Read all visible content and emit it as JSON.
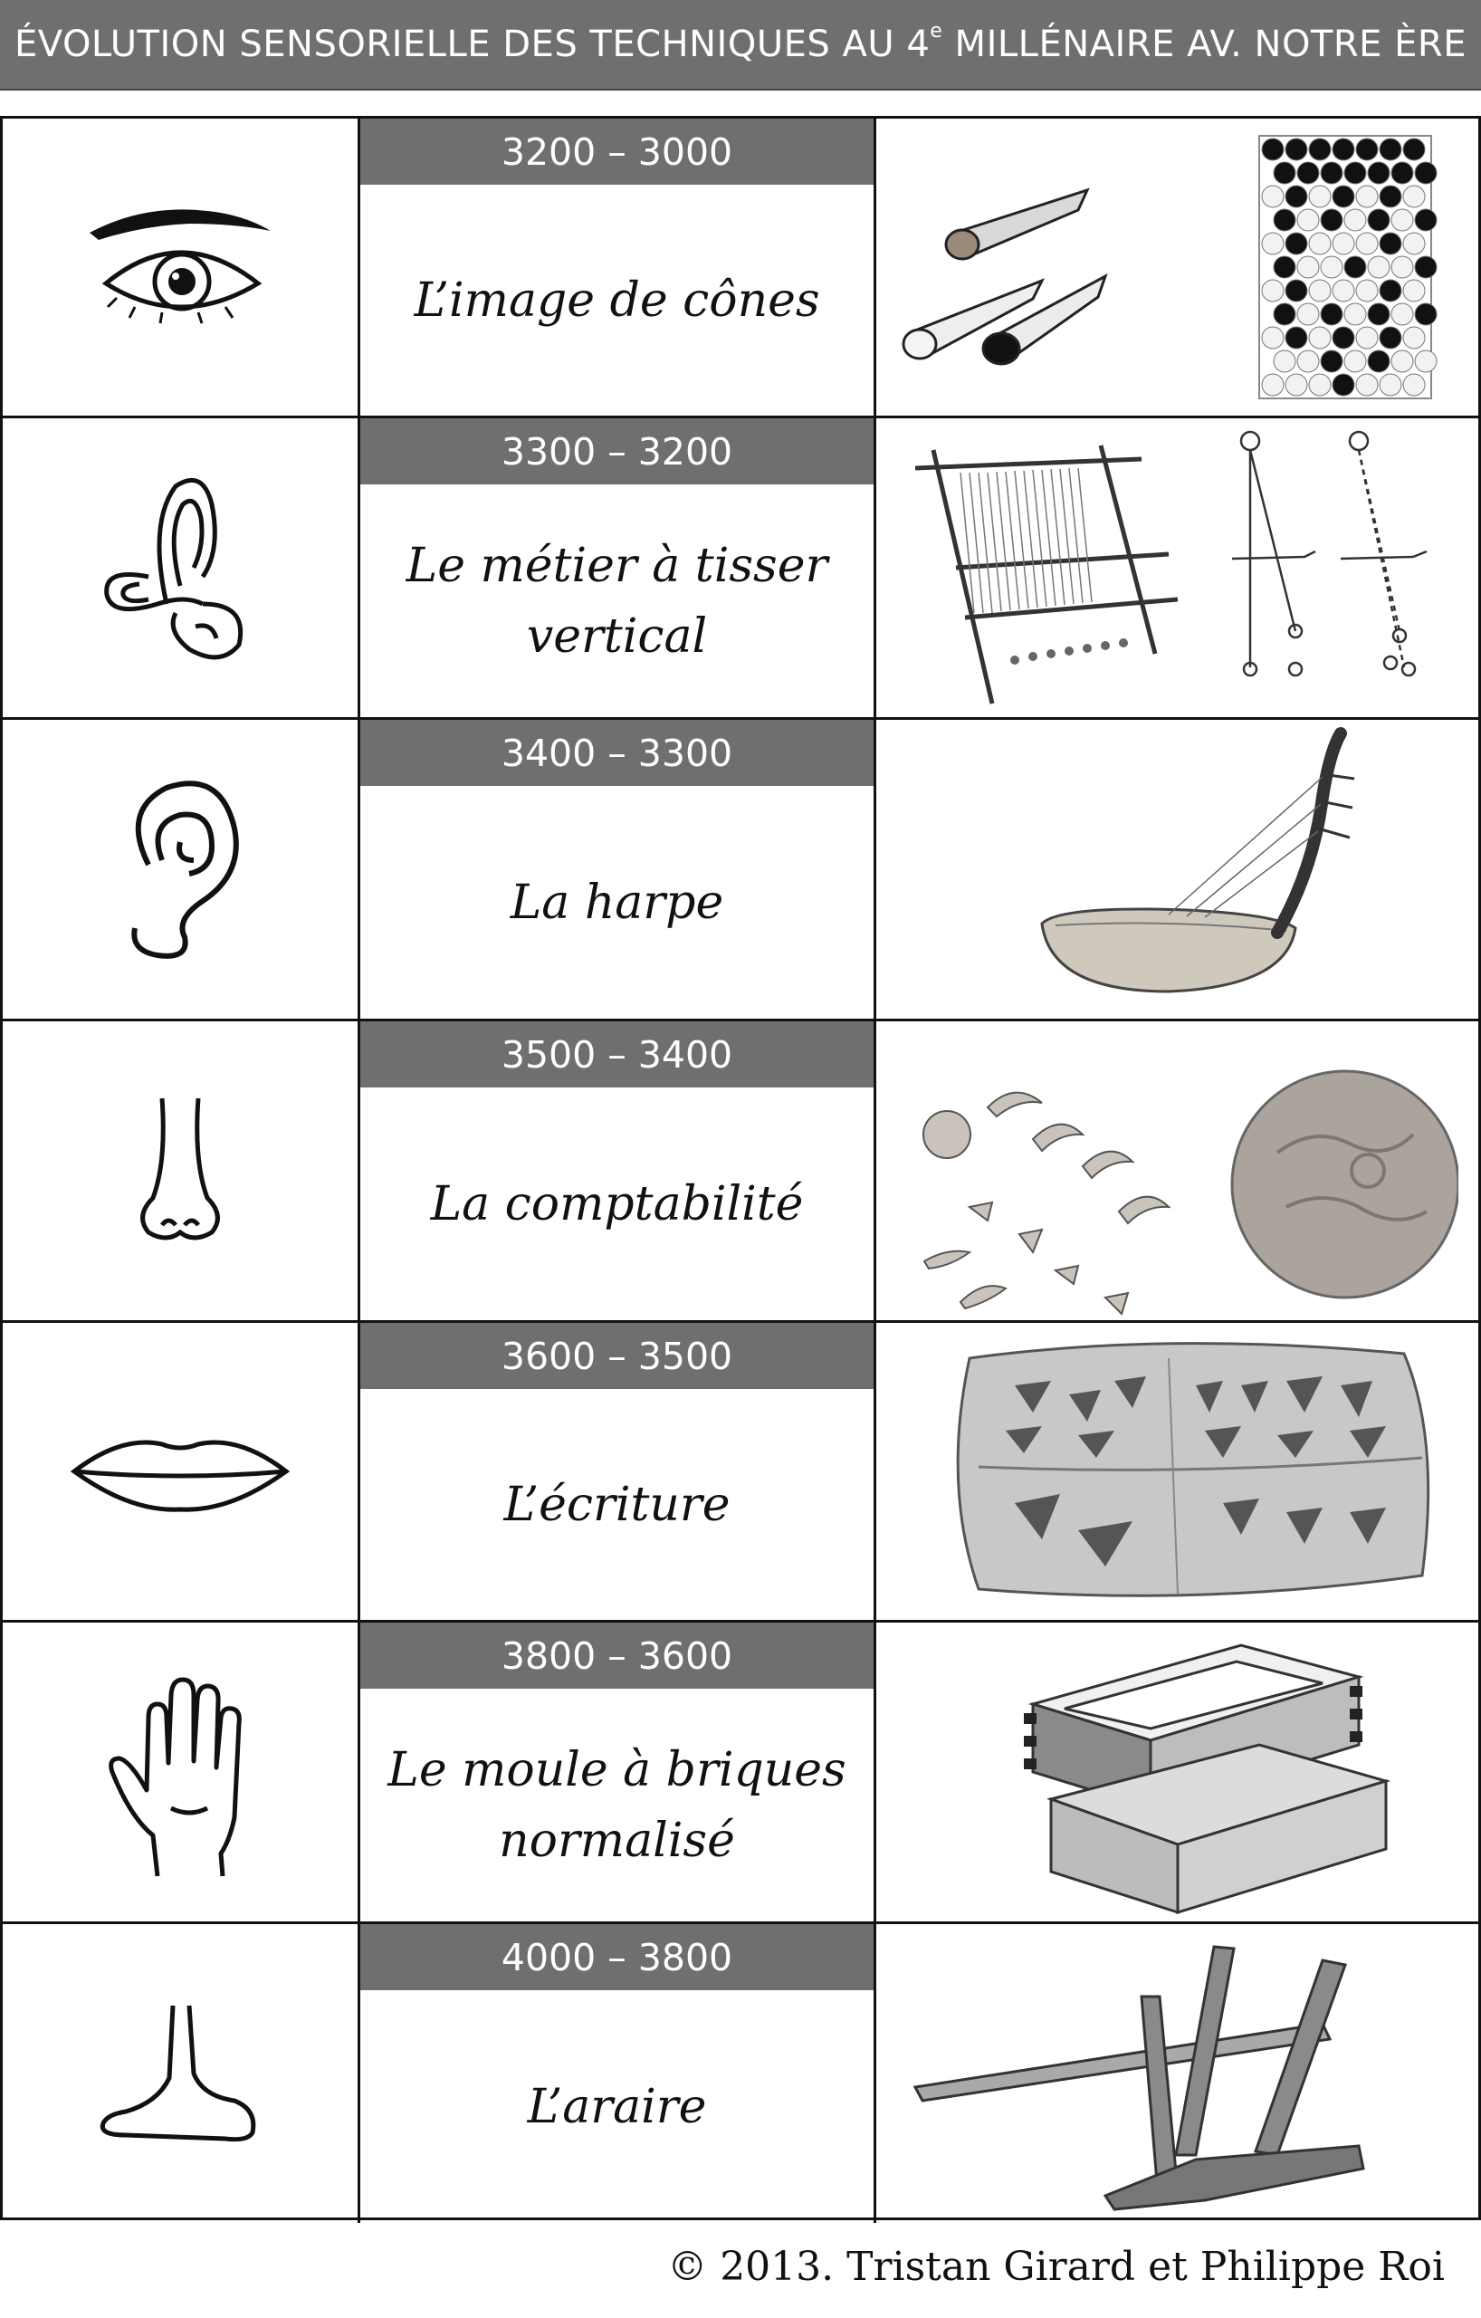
{
  "header": {
    "title_main": "ÉVOLUTION SENSORIELLE DES TECHNIQUES AU 4",
    "title_sup": "e",
    "title_tail": " MILLÉNAIRE AV. NOTRE ÈRE"
  },
  "rows": [
    {
      "sense_icon": "eye-icon",
      "dates": "3200 – 3000",
      "technique": "L’image de cônes",
      "illustration": "clay-cones-mosaic"
    },
    {
      "sense_icon": "inner-ear-icon",
      "dates": "3300 – 3200",
      "technique": "Le métier à tisser vertical",
      "illustration": "vertical-loom"
    },
    {
      "sense_icon": "ear-icon",
      "dates": "3400 – 3300",
      "technique": "La harpe",
      "illustration": "harp"
    },
    {
      "sense_icon": "nose-icon",
      "dates": "3500 – 3400",
      "technique": "La comptabilité",
      "illustration": "clay-tokens-bulla"
    },
    {
      "sense_icon": "mouth-icon",
      "dates": "3600 – 3500",
      "technique": "L’écriture",
      "illustration": "cuneiform-tablet"
    },
    {
      "sense_icon": "hand-icon",
      "dates": "3800 – 3600",
      "technique": "Le moule à briques normalisé",
      "illustration": "brick-mold"
    },
    {
      "sense_icon": "foot-icon",
      "dates": "4000 – 3800",
      "technique": "L’araire",
      "illustration": "ard-plough"
    }
  ],
  "footer": {
    "copyright": "© 2013. Tristan Girard et Philippe Roi"
  }
}
